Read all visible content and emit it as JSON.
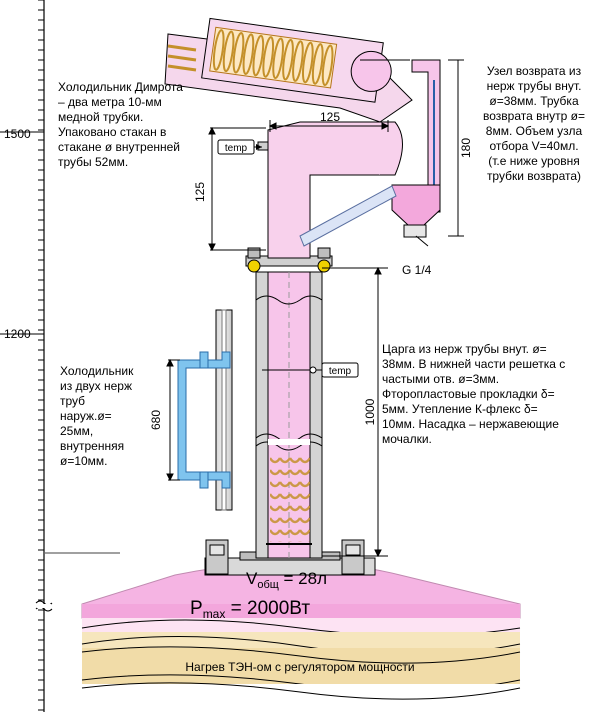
{
  "scale": {
    "label_1500": "1500",
    "label_1200": "1200"
  },
  "notes": {
    "dimroth": [
      "Холодильник Димрота",
      "– два метра 10-мм",
      "медной трубки.",
      "Упаковано стакан в",
      "стакане ø внутренней",
      "трубы 52мм."
    ],
    "return_unit": [
      "Узел возврата из",
      "нерж трубы внут.",
      "ø=38мм. Трубка",
      "возврата внутр ø=",
      "8мм. Объем узла",
      "отбора V=40мл.",
      "(т.е ниже уровня",
      "трубки возврата)"
    ],
    "column": [
      "Царга из нерж трубы внут. ø=",
      "38мм. В нижней части решетка с",
      "частыми отв. ø=3мм.",
      "Фторопластовые прокладки δ=",
      "5мм. Утепление К-флекс δ=",
      "10мм. Насадка – нержавеющие",
      "мочалки."
    ],
    "cooler": [
      "Холодильник",
      "из двух нерж",
      "труб",
      "наруж.ø=",
      "25мм,",
      "внутренняя",
      "ø=10мм."
    ]
  },
  "dimensions": {
    "d125_top": "125",
    "d125_left": "125",
    "d180": "180",
    "d680": "680",
    "d1000": "1000"
  },
  "labels": {
    "temp_top": "temp",
    "temp_mid": "temp",
    "g14": "G 1/4",
    "volume_prefix": "V",
    "volume_sub": "общ",
    "volume_suffix": " = 28л",
    "power_prefix": "P",
    "power_sub": "max",
    "power_suffix": " = 2000Вт",
    "heater": "Нагрев ТЭН-ом с регулятором мощности"
  },
  "colors": {
    "pink": "#f5b4e3",
    "pink_dark": "#e97cd0",
    "cream": "#f4e2b3",
    "blue": "#7fc4ee",
    "grey": "#d4d4d4"
  }
}
